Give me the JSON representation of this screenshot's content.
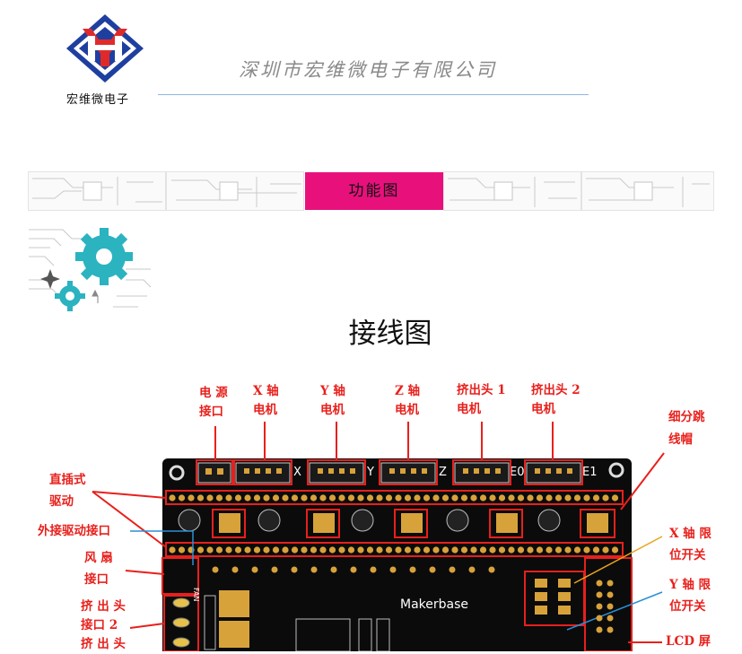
{
  "header": {
    "logo_caption": "宏维微电子",
    "company_name": "深圳市宏维微电子有限公司",
    "logo_icon": "hw-logo-icon"
  },
  "banner": {
    "label": "功能图",
    "accent_color": "#e8117c"
  },
  "section": {
    "title": "接线图"
  },
  "callouts": {
    "power": [
      "电 源",
      "接口"
    ],
    "x_motor": [
      "X 轴",
      "电机"
    ],
    "y_motor": [
      "Y 轴",
      "电机"
    ],
    "z_motor": [
      "Z 轴",
      "电机"
    ],
    "extruder1": [
      "挤出头 1",
      "电机"
    ],
    "extruder2": [
      "挤出头 2",
      "电机"
    ],
    "microstep": [
      "细分跳",
      "线帽"
    ],
    "direct_driver": [
      "直插式",
      "驱动"
    ],
    "external_driver": "外接驱动接口",
    "fan": [
      "风 扇",
      "接口"
    ],
    "extruder_iface": [
      "挤 出 头",
      "接口 2",
      "挤 出 头"
    ],
    "x_limit": [
      "X 轴 限",
      "位开关"
    ],
    "y_limit": [
      "Y 轴 限",
      "位开关"
    ],
    "lcd": "LCD 屏"
  },
  "board": {
    "silkscreen_axes": [
      "X",
      "Y",
      "Z",
      "E0",
      "E1"
    ],
    "brand": "Makerbase",
    "fan_label": "FAN",
    "label_color": "#e8201c"
  }
}
